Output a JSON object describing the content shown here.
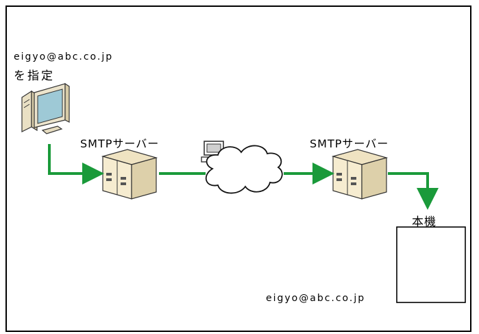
{
  "sender": {
    "address": "eigyo@abc.co.jp",
    "instruction": "を指定"
  },
  "smtp_server_left": {
    "label": "SMTPサーバー"
  },
  "smtp_server_right": {
    "label": "SMTPサーバー"
  },
  "machine": {
    "label": "本機",
    "address": "eigyo@abc.co.jp"
  },
  "colors": {
    "arrow": "#1a9a3a",
    "server_body": "#f2e6c4",
    "cloud": "#ffffff"
  }
}
